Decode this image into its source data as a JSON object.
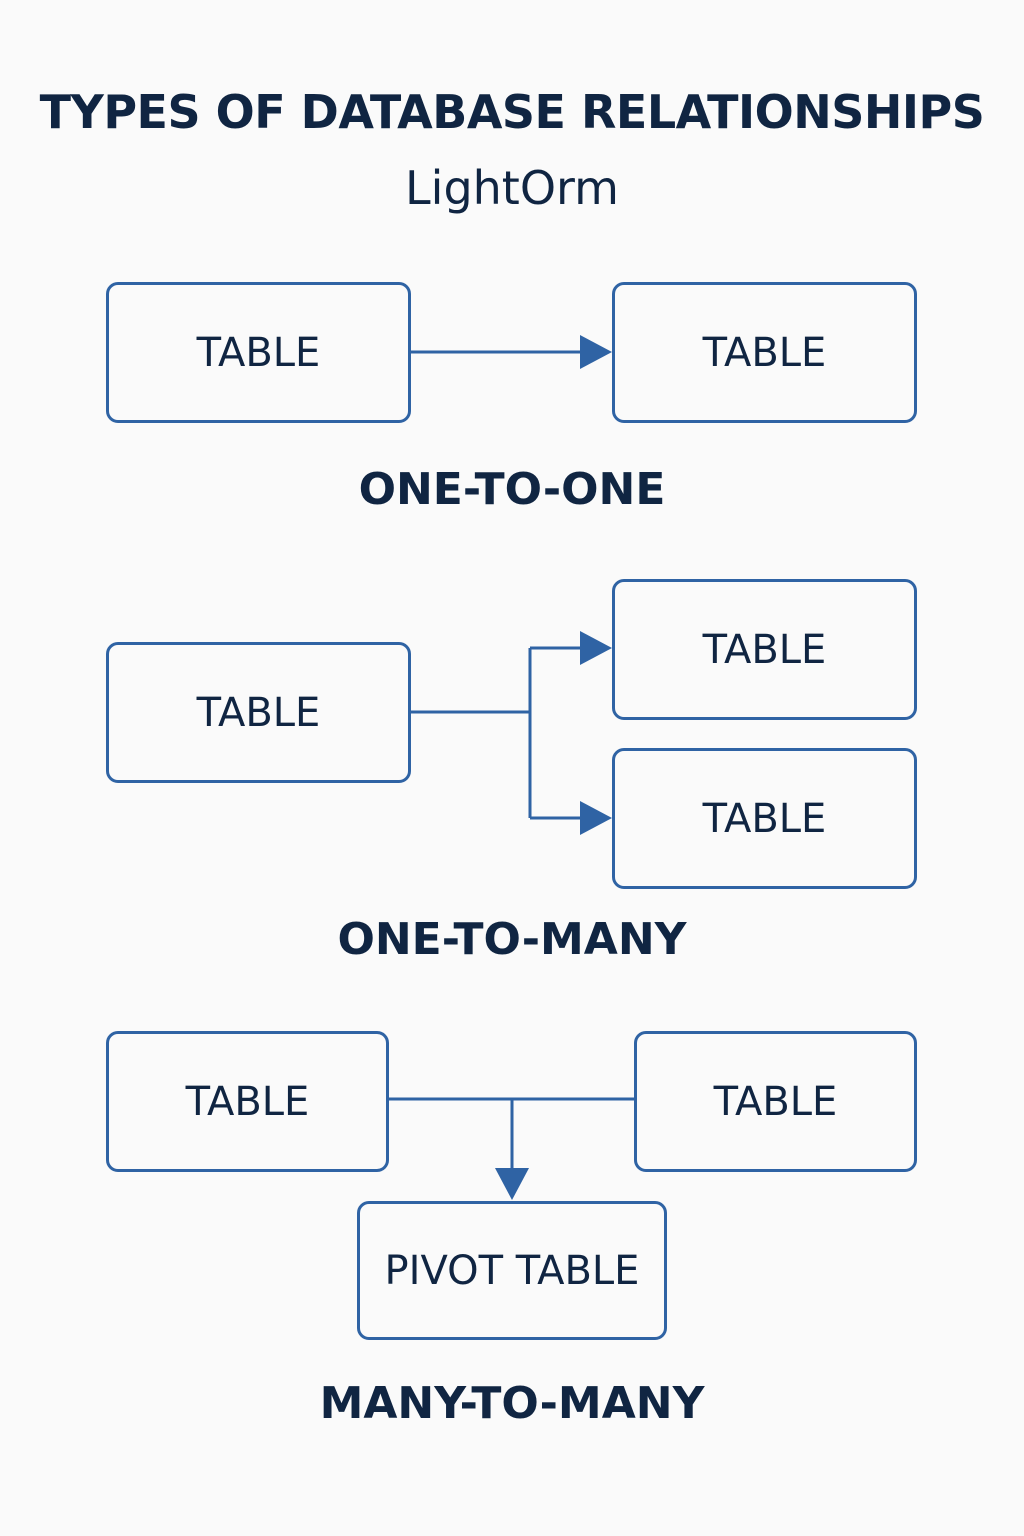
{
  "title": "TYPES OF DATABASE RELATIONSHIPS",
  "subtitle": "LightOrm",
  "colors": {
    "accent": "#2f63a4",
    "text": "#102542",
    "background": "#fafafa"
  },
  "sections": {
    "one_to_one": {
      "caption": "ONE-TO-ONE",
      "left_box": "TABLE",
      "right_box": "TABLE"
    },
    "one_to_many": {
      "caption": "ONE-TO-MANY",
      "left_box": "TABLE",
      "right_top_box": "TABLE",
      "right_bottom_box": "TABLE"
    },
    "many_to_many": {
      "caption": "MANY-TO-MANY",
      "left_box": "TABLE",
      "right_box": "TABLE",
      "pivot_box": "PIVOT TABLE"
    }
  }
}
